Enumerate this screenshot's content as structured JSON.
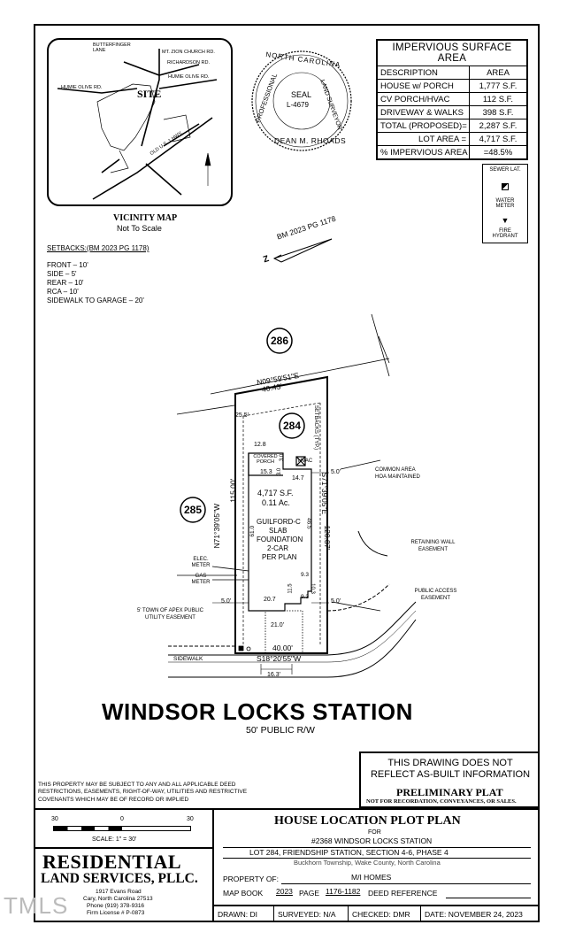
{
  "vicinity_map": {
    "roads": [
      "BUTTERFINGER LANE",
      "MT. ZION CHURCH RD.",
      "RICHARDSON RD.",
      "HUMIE OLIVE RD.",
      "HUMIE OLIVE RD.",
      "OLD U.S. 1 HWY."
    ],
    "site_label": "SITE",
    "title": "VICINITY MAP",
    "subtitle": "Not To Scale"
  },
  "seal": {
    "top": "NORTH CAROLINA",
    "left": "PROFESSIONAL",
    "right": "LAND SURVEYOR",
    "center": "SEAL",
    "number": "L-4679",
    "bottom": "DEAN M. RHOADS"
  },
  "impervious": {
    "title": "IMPERVIOUS SURFACE AREA",
    "headers": [
      "DESCRIPTION",
      "AREA"
    ],
    "rows": [
      [
        "HOUSE w/ PORCH",
        "1,777 S.F."
      ],
      [
        "CV PORCH/HVAC",
        "112 S.F."
      ],
      [
        "DRIVEWAY & WALKS",
        "398 S.F."
      ],
      [
        "TOTAL (PROPOSED)=",
        "2,287 S.F."
      ],
      [
        "LOT AREA =",
        "4,717 S.F."
      ],
      [
        "% IMPERVIOUS AREA",
        "=48.5%"
      ]
    ]
  },
  "legend": {
    "sewer": "SEWER LAT.",
    "water": "WATER METER",
    "hydrant": "FIRE HYDRANT"
  },
  "setbacks": {
    "title": "SETBACKS:(BM 2023 PG 1178)",
    "items": [
      "FRONT – 10'",
      "SIDE – 5'",
      "REAR – 10'",
      "RCA – 10'",
      "SIDEWALK TO GARAGE – 20'"
    ]
  },
  "plan": {
    "bm_ref": "BM 2023 PG 1178",
    "lot_286": "286",
    "lot_284": "284",
    "lot_285": "285",
    "north_bearing": "N09°59'51\"E",
    "north_dist": "40.43'",
    "west_bearing": "N71°39'05\"W",
    "west_dist": "115.00'",
    "east_bearing": "S71°39'05\"E",
    "east_dist": "120.87'",
    "south_bearing": "S18°20'55\"W",
    "south_dist": "40.00'",
    "setbacks_typ": "SETBACKS (TYP.)",
    "d_255": "25.5'",
    "d_128": "12.8",
    "covered_porch": "COVERED PORCH",
    "d_153": "15.3",
    "d_30": "3.0",
    "d_30b": "3.0",
    "hvac": "HVAC",
    "d_147": "14.7",
    "lot_area": "4,717 S.F.",
    "lot_acres": "0.11 Ac.",
    "house_lines": [
      "GUILFORD-C",
      "SLAB",
      "FOUNDATION",
      "2-CAR",
      "PER PLAN"
    ],
    "d_610": "61.0",
    "d_465": "46.5",
    "d_93": "9.3",
    "d_115": "11.5",
    "d_93b": "9.3",
    "d_103": "10.3",
    "d_207": "20.7",
    "d_50a": "5.0'",
    "d_50b": "5.0'",
    "d_50c": "5.0'",
    "d_210": "21.0'",
    "d_163": "16.3'",
    "common_area": "COMMON AREA",
    "hoa": "HOA MAINTAINED",
    "retaining": "RETAINING WALL EASEMENT",
    "public_access": "PUBLIC ACCESS EASEMENT",
    "elec_meter": "ELEC. METER",
    "gas_meter": "GAS METER",
    "utility_easement": "5' TOWN OF APEX PUBLIC UTILITY EASEMENT",
    "sidewalk": "SIDEWALK",
    "street": "WINDSOR LOCKS STATION",
    "row": "50' PUBLIC R/W"
  },
  "notes": {
    "drawing": "THIS DRAWING DOES NOT REFLECT AS-BUILT INFORMATION",
    "prelim": "PRELIMINARY PLAT",
    "prelim_sub": "NOT FOR RECORDATION, CONVEYANCES, OR SALES.",
    "disclaimer": "THIS PROPERTY MAY BE SUBJECT TO ANY AND ALL APPLICABLE DEED RESTRICTIONS, EASEMENTS, RIGHT-OF-WAY, UTILITIES AND RESTRICTIVE COVENANTS WHICH MAY BE OF RECORD OR IMPLIED"
  },
  "scale": {
    "ticks": [
      "30",
      "0",
      "30"
    ],
    "label": "SCALE: 1\" = 30'"
  },
  "company": {
    "name1": "RESIDENTIAL",
    "name2": "LAND SERVICES, PLLC.",
    "address1": "1917 Evans Road",
    "address2": "Cary, North Carolina 27513",
    "phone": "Phone (919) 378-9316",
    "license": "Firm License # P-0873"
  },
  "title_block": {
    "title": "HOUSE LOCATION PLOT PLAN",
    "for": "FOR",
    "address": "#2368 WINDSOR LOCKS STATION",
    "lot": "LOT 284, FRIENDSHIP STATION, SECTION 4-6, PHASE 4",
    "location": "Buckhorn Township, Wake County, North Carolina",
    "property_label": "PROPERTY OF:",
    "property_value": "M/I HOMES",
    "map_book_label": "MAP BOOK",
    "map_book": "2023",
    "page_label": "PAGE",
    "page": "1176-1182",
    "deed_label": "DEED REFERENCE",
    "drawn": "DRAWN: DI",
    "surveyed": "SURVEYED: N/A",
    "checked": "CHECKED: DMR",
    "date": "DATE: NOVEMBER 24, 2023"
  },
  "watermark": "TMLS"
}
